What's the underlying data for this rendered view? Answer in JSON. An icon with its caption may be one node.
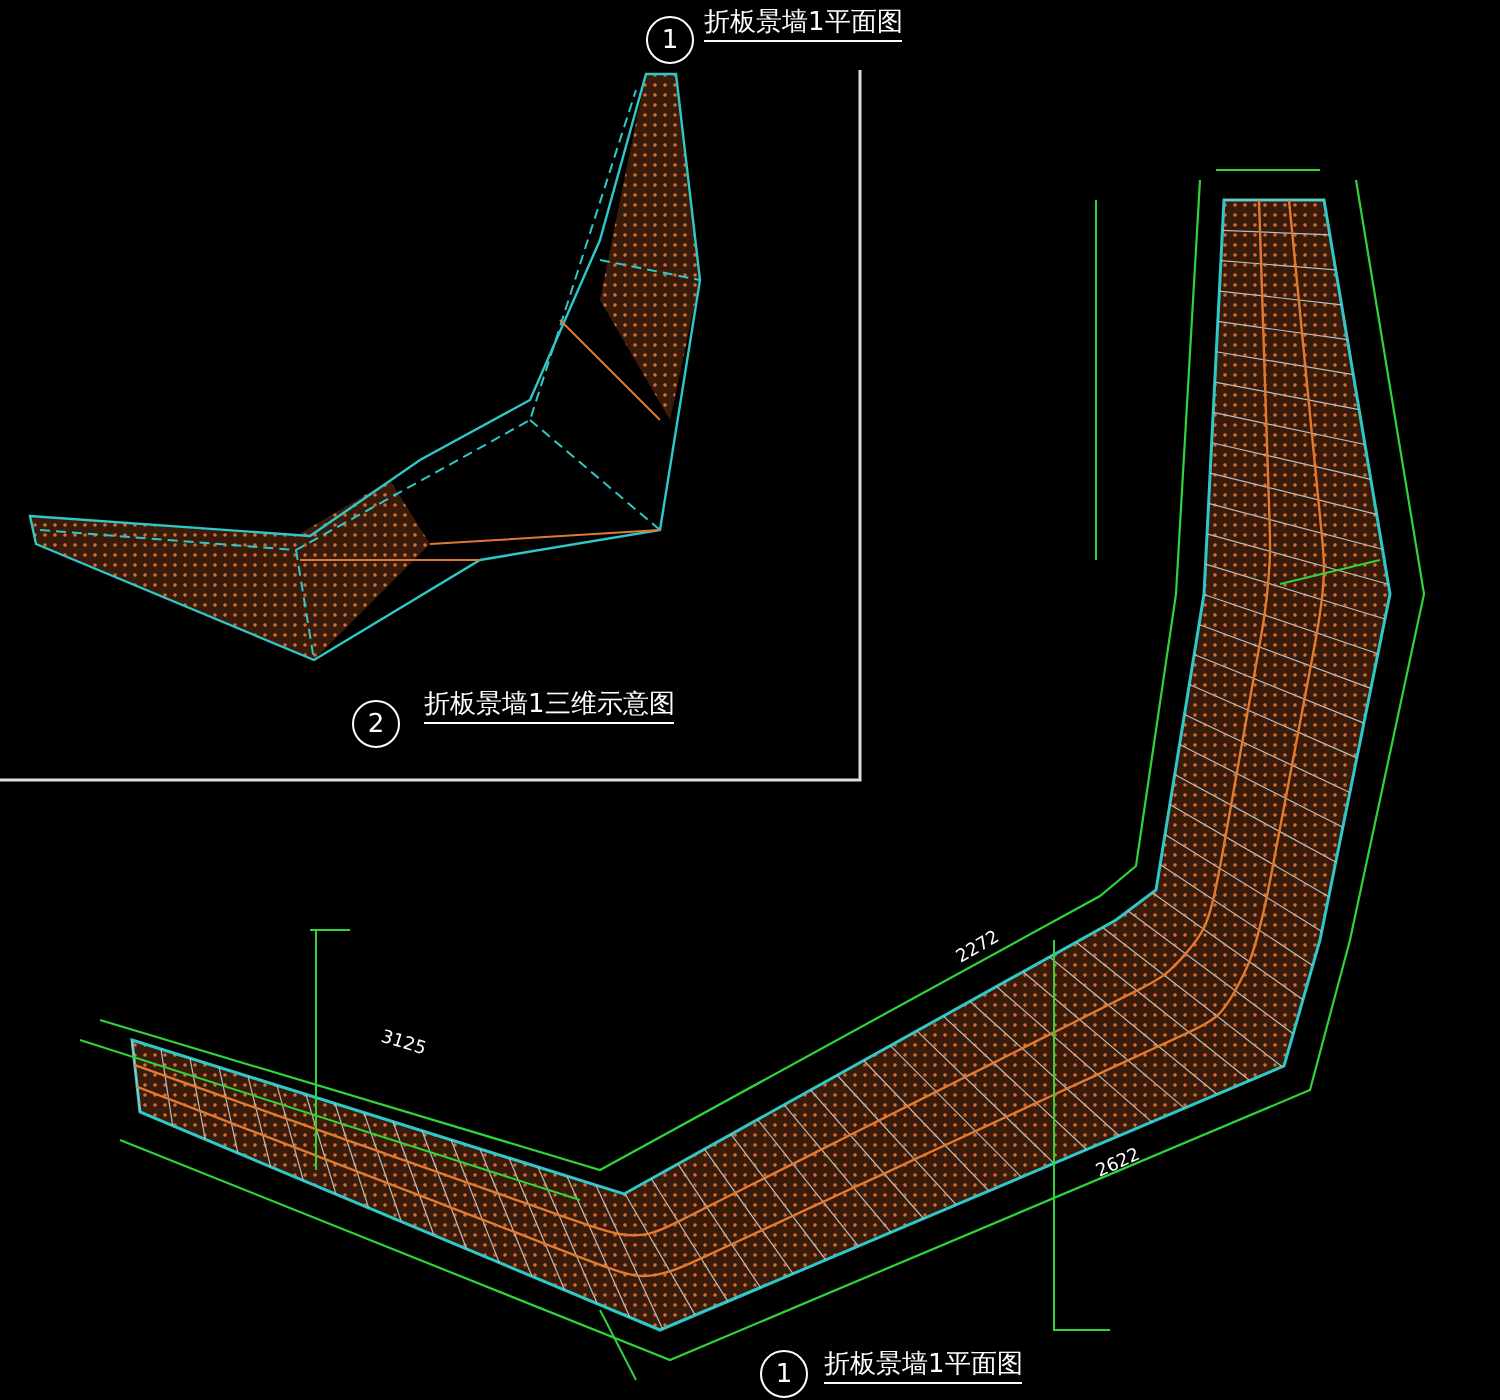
{
  "diagram": {
    "labels": [
      "1",
      "折板景墙1平面图",
      "2",
      "折板景墙1三维示意图",
      "3125",
      "2272",
      "2622",
      "1",
      "折板景墙1平面图"
    ]
  }
}
